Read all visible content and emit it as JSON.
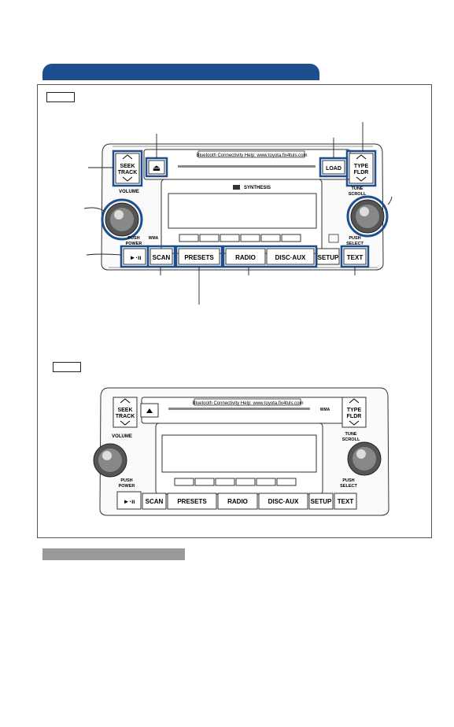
{
  "header": {
    "title_tab_color": "#1d4f8e"
  },
  "radio_top": {
    "banner": "Bluetooth Connectivity Help: www.toyota.fix4tuls.com",
    "brand": "SYNTHESIS",
    "eject_glyph": "⏏",
    "load": "LOAD",
    "seek_line1": "SEEK",
    "seek_line2": "TRACK",
    "type_line1": "TYPE",
    "type_line2": "FLDR",
    "volume": "VOLUME",
    "tune_line1": "TUNE",
    "tune_line2": "SCROLL",
    "push_power_line1": "PUSH",
    "push_power_line2": "POWER",
    "push_select_line1": "PUSH",
    "push_select_line2": "SELECT",
    "play_pause": "►·ıı",
    "scan": "SCAN",
    "presets": "PRESETS",
    "radio": "RADIO",
    "disc_aux": "DISC·AUX",
    "setup": "SETUP",
    "text": "TEXT",
    "wma_logo": "WMA",
    "highlight_color": "#1d4f8e"
  },
  "radio_bottom": {
    "banner": "Bluetooth Connectivity Help: www.toyota.fix4tuls.com",
    "seek_line1": "SEEK",
    "seek_line2": "TRACK",
    "type_line1": "TYPE",
    "type_line2": "FLDR",
    "volume": "VOLUME",
    "tune_line1": "TUNE",
    "tune_line2": "SCROLL",
    "push_power_line1": "PUSH",
    "push_power_line2": "POWER",
    "push_select_line1": "PUSH",
    "push_select_line2": "SELECT",
    "play_pause": "►·ıı",
    "scan": "SCAN",
    "presets": "PRESETS",
    "radio": "RADIO",
    "disc_aux": "DISC·AUX",
    "setup": "SETUP",
    "text": "TEXT",
    "wma_logo": "WMA"
  }
}
